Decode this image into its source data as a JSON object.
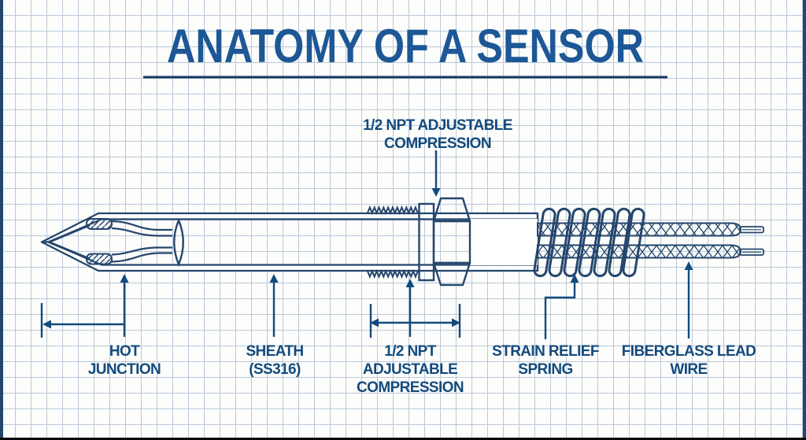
{
  "title": "ANATOMY OF A SENSOR",
  "colors": {
    "title_blue": "#1d5796",
    "line_navy": "#24466c",
    "label_navy": "#134a7d",
    "grid_blue": "#bac8d8",
    "background": "#fdfdfc",
    "frame_side": "#24466c",
    "frame_bottom": "#070707"
  },
  "callouts": {
    "npt_top": {
      "line1": "1/2 NPT ADJUSTABLE",
      "line2": "COMPRESSION"
    },
    "hot_junction": {
      "line1": "HOT",
      "line2": "JUNCTION"
    },
    "sheath": {
      "line1": "SHEATH",
      "line2": "(SS316)"
    },
    "npt_bottom": {
      "line1": "1/2 NPT",
      "line2": "ADJUSTABLE",
      "line3": "COMPRESSION"
    },
    "strain_relief": {
      "line1": "STRAIN RELIEF",
      "line2": "SPRING"
    },
    "fiberglass": {
      "line1": "FIBERGLASS LEAD",
      "line2": "WIRE"
    }
  }
}
